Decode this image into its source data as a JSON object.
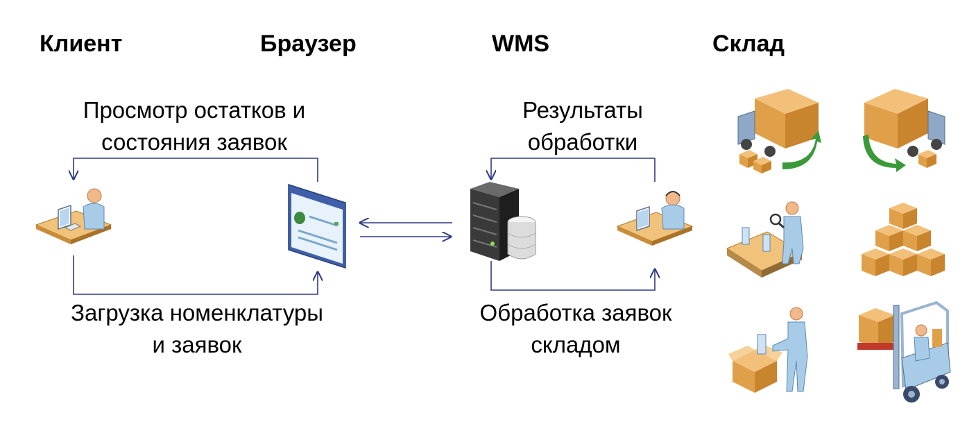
{
  "columns": {
    "client": "Клиент",
    "browser": "Браузер",
    "wms": "WMS",
    "warehouse": "Склад"
  },
  "flows": {
    "view": {
      "line1": "Просмотр остатков и",
      "line2": "состояния заявок"
    },
    "upload": {
      "line1": "Загрузка номенклатуры",
      "line2": "и заявок"
    },
    "results": {
      "line1": "Результаты",
      "line2": "обработки"
    },
    "processing": {
      "line1": "Обработка заявок",
      "line2": "складом"
    }
  },
  "colors": {
    "arrow": "#2e3a87",
    "box": "#e0a04a",
    "person": "#a8cce8",
    "desk": "#f0c27a"
  },
  "icons": [
    "client-workstation-icon",
    "browser-window-icon",
    "server-database-icon",
    "operator-workstation-icon",
    "truck-unloading-icon",
    "truck-loading-icon",
    "quality-inspection-icon",
    "boxes-stack-icon",
    "packing-icon",
    "forklift-icon"
  ]
}
